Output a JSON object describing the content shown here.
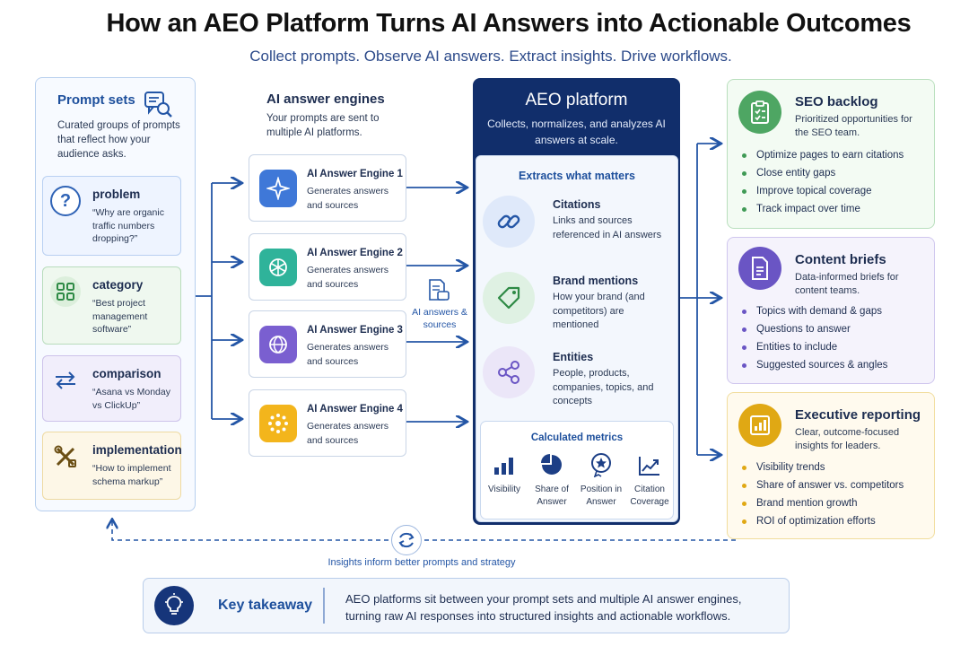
{
  "header": {
    "title": "How an AEO Platform Turns AI Answers into Actionable Outcomes",
    "subtitle": "Collect prompts. Observe AI answers. Extract insights. Drive workflows."
  },
  "prompt_sets": {
    "title": "Prompt sets",
    "description": "Curated groups of prompts that reflect how your audience asks.",
    "icon": "chat-search-icon",
    "items": [
      {
        "name": "problem",
        "text": "“Why are organic traffic numbers dropping?”",
        "icon": "question-icon",
        "color": "#2f63b6"
      },
      {
        "name": "category",
        "text": "“Best project management software”",
        "icon": "grid-icon",
        "color": "#2e8a45"
      },
      {
        "name": "comparison",
        "text": "“Asana vs Monday vs ClickUp”",
        "icon": "arrows-swap-icon",
        "color": "#2456a6"
      },
      {
        "name": "implementation",
        "text": "“How to implement schema markup”",
        "icon": "tools-icon",
        "color": "#7a5a18"
      }
    ]
  },
  "engines": {
    "title": "AI answer engines",
    "description": "Your prompts are sent to multiple AI platforms.",
    "items": [
      {
        "name": "AI Answer Engine 1",
        "text": "Generates answers and sources",
        "icon": "sparkle-icon",
        "color": "#3f78d8"
      },
      {
        "name": "AI Answer Engine 2",
        "text": "Generates answers and sources",
        "icon": "knot-icon",
        "color": "#2fb39a"
      },
      {
        "name": "AI Answer Engine 3",
        "text": "Generates answers and sources",
        "icon": "swirl-icon",
        "color": "#7a5fd0"
      },
      {
        "name": "AI Answer Engine 4",
        "text": "Generates answers and sources",
        "icon": "burst-icon",
        "color": "#f3b51c"
      }
    ],
    "flow_label": "AI answers & sources"
  },
  "platform": {
    "title": "AEO platform",
    "description": "Collects, normalizes, and analyzes AI answers at scale.",
    "extract_title": "Extracts what matters",
    "items": [
      {
        "name": "Citations",
        "text": "Links and sources referenced in AI answers",
        "icon": "link-icon"
      },
      {
        "name": "Brand mentions",
        "text": "How your brand (and competitors) are mentioned",
        "icon": "tag-icon"
      },
      {
        "name": "Entities",
        "text": "People, products, companies, topics, and concepts",
        "icon": "nodes-icon"
      }
    ],
    "metrics_title": "Calculated metrics",
    "metrics": [
      {
        "label": "Visibility",
        "icon": "bar-chart-icon"
      },
      {
        "label": "Share of Answer",
        "icon": "pie-chart-icon"
      },
      {
        "label": "Position in Answer",
        "icon": "badge-icon"
      },
      {
        "label": "Citation Coverage",
        "icon": "trend-icon"
      }
    ]
  },
  "outcomes": [
    {
      "title": "SEO backlog",
      "description": "Prioritized opportunities for the SEO team.",
      "icon": "clipboard-icon",
      "color": "#3f9a55",
      "items": [
        "Optimize pages to earn citations",
        "Close entity gaps",
        "Improve topical coverage",
        "Track impact over time"
      ]
    },
    {
      "title": "Content briefs",
      "description": "Data-informed briefs for content teams.",
      "icon": "document-icon",
      "color": "#6a55c4",
      "items": [
        "Topics with demand & gaps",
        "Questions to answer",
        "Entities to include",
        "Suggested sources & angles"
      ]
    },
    {
      "title": "Executive reporting",
      "description": "Clear, outcome-focused insights for leaders.",
      "icon": "report-icon",
      "color": "#e0a814",
      "items": [
        "Visibility trends",
        "Share of answer vs. competitors",
        "Brand mention growth",
        "ROI of optimization efforts"
      ]
    }
  ],
  "loop": {
    "label": "Insights inform better prompts and strategy",
    "icon": "refresh-icon"
  },
  "takeaway": {
    "label": "Key takeaway",
    "text": "AEO platforms sit between your prompt sets and multiple AI answer engines, turning raw AI responses into structured insights and actionable workflows.",
    "icon": "lightbulb-icon"
  }
}
